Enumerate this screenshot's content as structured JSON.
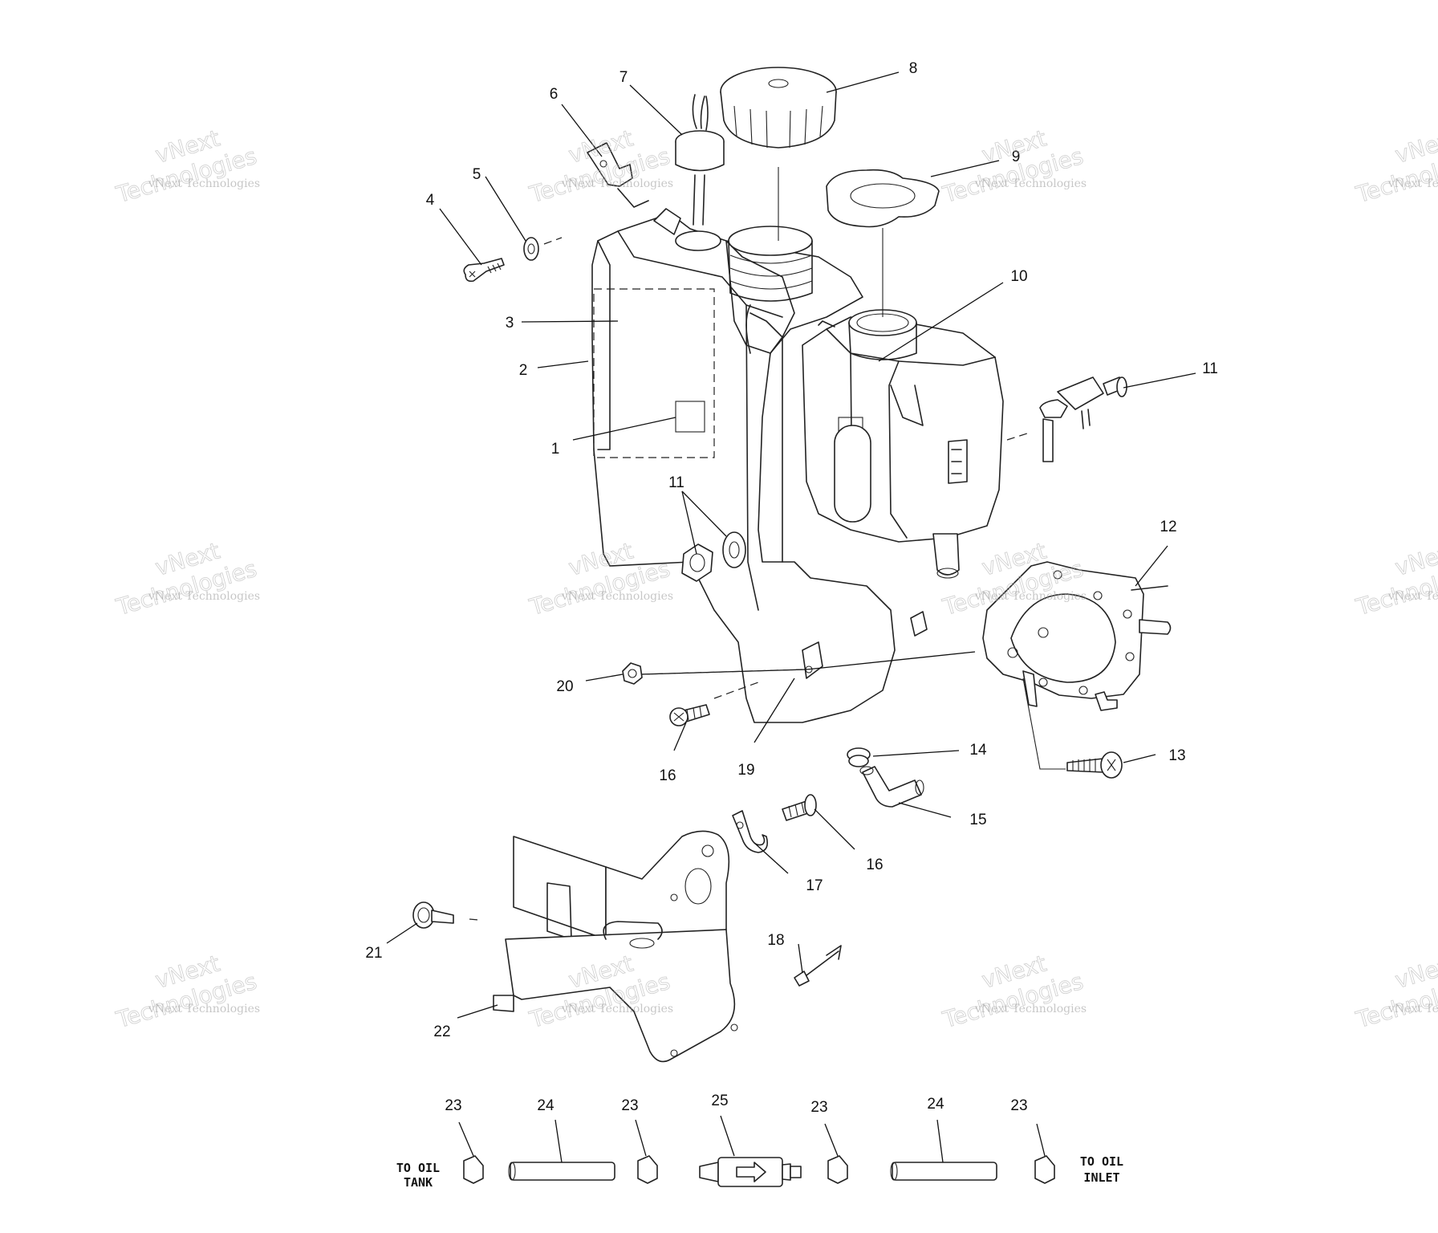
{
  "diagram": {
    "callouts": [
      {
        "id": "c1",
        "label": "1"
      },
      {
        "id": "c2",
        "label": "2"
      },
      {
        "id": "c3",
        "label": "3"
      },
      {
        "id": "c4",
        "label": "4"
      },
      {
        "id": "c5",
        "label": "5"
      },
      {
        "id": "c6",
        "label": "6"
      },
      {
        "id": "c7",
        "label": "7"
      },
      {
        "id": "c8",
        "label": "8"
      },
      {
        "id": "c9",
        "label": "9"
      },
      {
        "id": "c10",
        "label": "10"
      },
      {
        "id": "c11a",
        "label": "11"
      },
      {
        "id": "c11b",
        "label": "11"
      },
      {
        "id": "c12",
        "label": "12"
      },
      {
        "id": "c13",
        "label": "13"
      },
      {
        "id": "c14",
        "label": "14"
      },
      {
        "id": "c15",
        "label": "15"
      },
      {
        "id": "c16a",
        "label": "16"
      },
      {
        "id": "c16b",
        "label": "16"
      },
      {
        "id": "c17",
        "label": "17"
      },
      {
        "id": "c18",
        "label": "18"
      },
      {
        "id": "c19",
        "label": "19"
      },
      {
        "id": "c20",
        "label": "20"
      },
      {
        "id": "c21",
        "label": "21"
      },
      {
        "id": "c22",
        "label": "22"
      },
      {
        "id": "c23a",
        "label": "23"
      },
      {
        "id": "c24a",
        "label": "24"
      },
      {
        "id": "c23b",
        "label": "23"
      },
      {
        "id": "c25",
        "label": "25"
      },
      {
        "id": "c23c",
        "label": "23"
      },
      {
        "id": "c24b",
        "label": "24"
      },
      {
        "id": "c23d",
        "label": "23"
      }
    ],
    "side_notes": {
      "left_line1": "TO OIL",
      "left_line2": "TANK",
      "right_line1": "TO OIL",
      "right_line2": "INLET"
    },
    "watermark": {
      "small": "vNext Technologies",
      "big_line1": "vNext",
      "big_line2": "Technologies"
    }
  }
}
